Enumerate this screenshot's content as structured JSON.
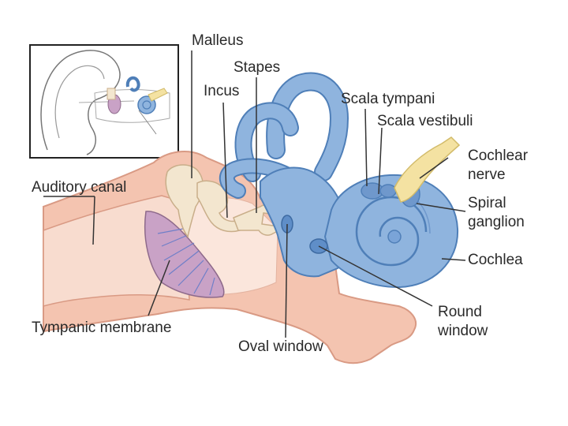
{
  "labels": {
    "malleus": "Malleus",
    "stapes": "Stapes",
    "incus": "Incus",
    "scala_tympani": "Scala tympani",
    "scala_vestibuli": "Scala vestibuli",
    "cochlear_nerve": "Cochlear\nnerve",
    "spiral_ganglion": "Spiral\nganglion",
    "cochlea": "Cochlea",
    "auditory_canal": "Auditory canal",
    "tympanic_membrane": "Tympanic membrane",
    "oval_window": "Oval window",
    "round_window": "Round\nwindow"
  },
  "colors": {
    "skin": "#f4c4b0",
    "skin_outline": "#d99a84",
    "canal": "#f8dccf",
    "bone": "#f3e6cf",
    "bone_outline": "#c9ae8a",
    "cochlea_blue": "#8fb4de",
    "cochlea_outline": "#4f7fb8",
    "nerve": "#f4e2a2",
    "membrane": "#c9a2c6",
    "leader_line": "#333333"
  }
}
